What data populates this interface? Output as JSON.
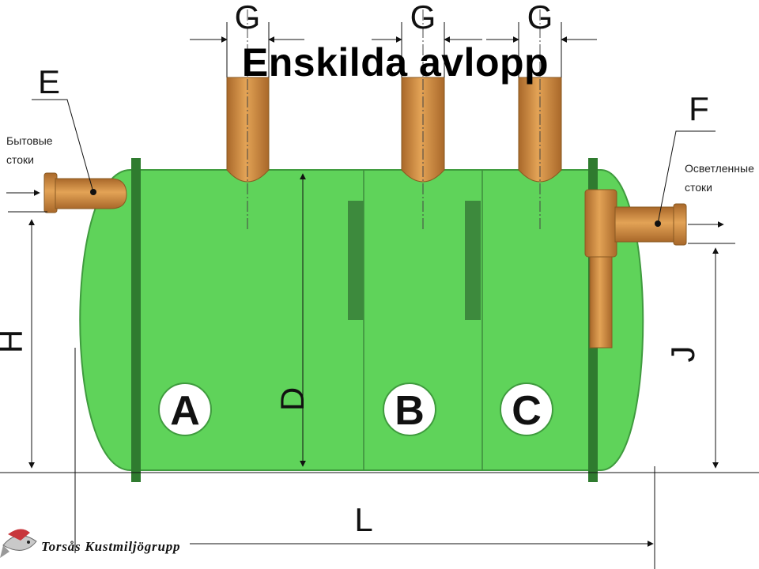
{
  "title": "Enskilda avlopp",
  "chambers": {
    "a": "A",
    "b": "B",
    "c": "C"
  },
  "dimensions": {
    "g": "G",
    "e": "E",
    "f": "F",
    "h": "H",
    "d": "D",
    "j": "J",
    "l": "L"
  },
  "inlet_label": [
    "Бытовые",
    "стоки"
  ],
  "outlet_label": [
    "Осветленные",
    "стоки"
  ],
  "brand": "Torsås Kustmiljögrupp",
  "colors": {
    "tank": "#5fd35a",
    "tank_edge": "#3f9b3e",
    "flange": "#2f7b2f",
    "baffle": "#3d8a3d",
    "pipe": "#d08d3c",
    "pipe_edge": "#8a5a22"
  },
  "icons": [
    "fish-logo-icon"
  ]
}
